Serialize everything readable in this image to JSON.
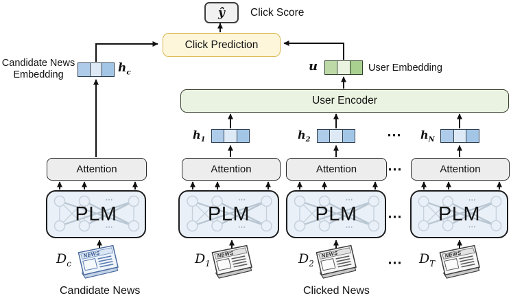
{
  "labels": {
    "click_score": "Click Score",
    "click_prediction": "Click Prediction",
    "user_encoder": "User Encoder",
    "user_embedding": "User Embedding",
    "candidate_news_embedding_line1": "Candidate News",
    "candidate_news_embedding_line2": "Embedding",
    "attention": "Attention",
    "plm": "PLM",
    "candidate_news_caption": "Candidate News",
    "clicked_news_caption": "Clicked News",
    "news_banner": "NEWS"
  },
  "symbols": {
    "yhat": "ŷ",
    "u": "u",
    "hc": {
      "base": "h",
      "sub": "c"
    },
    "h1": {
      "base": "h",
      "sub": "1"
    },
    "h2": {
      "base": "h",
      "sub": "2"
    },
    "hN": {
      "base": "h",
      "sub": "N"
    },
    "dc": {
      "base": "D",
      "sub": "c"
    },
    "d1": {
      "base": "D",
      "sub": "1"
    },
    "d2": {
      "base": "D",
      "sub": "2"
    },
    "dT": {
      "base": "D",
      "sub": "T"
    }
  },
  "ellipsis": "⋯",
  "colors": {
    "score_fill": "#f1f1f1",
    "click_prediction_fill": "#fdf6db",
    "click_prediction_border": "#d9b64f",
    "user_encoder_fill": "#eaf3e1",
    "attention_fill": "#ededed",
    "plm_fill": "#e9f0f8",
    "embedding_blue_mid": "#aecbe9",
    "embedding_blue_light": "#ddeaf6",
    "embedding_blue_dark": "#a3c6e7",
    "embedding_green_mid": "#bcd9a6",
    "embedding_green_light": "#e9f3df",
    "embedding_green_dark": "#a9d08e"
  }
}
